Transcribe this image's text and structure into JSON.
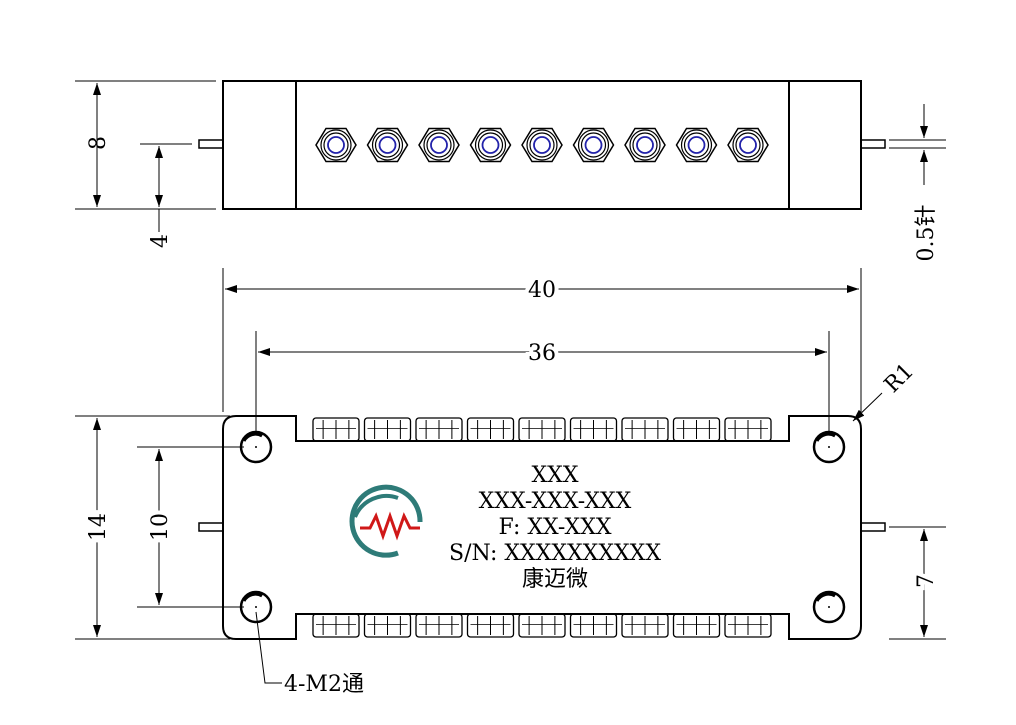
{
  "drawing": {
    "top_view": {
      "height_dim": "8",
      "pin_offset_dim": "4",
      "pin_diameter_note": "0.5针",
      "connector_count": 9
    },
    "front_view": {
      "length_dim": "40",
      "hole_spacing_dim": "36",
      "corner_radius_note": "R1",
      "height_dim": "14",
      "hole_vertical_dim": "10",
      "pin_offset_dim": "7",
      "hole_note": "4-M2通",
      "connector_count": 9
    },
    "label": {
      "line1": "XXX",
      "line2": "XXX-XXX-XXX",
      "line3": "F: XX-XXX",
      "line4": "S/N: XXXXXXXXXX",
      "line5": "康迈微"
    },
    "colors": {
      "line": "#000000",
      "connector_center": "#2222aa",
      "logo_red": "#d01818",
      "logo_teal": "#2e7b78"
    }
  }
}
